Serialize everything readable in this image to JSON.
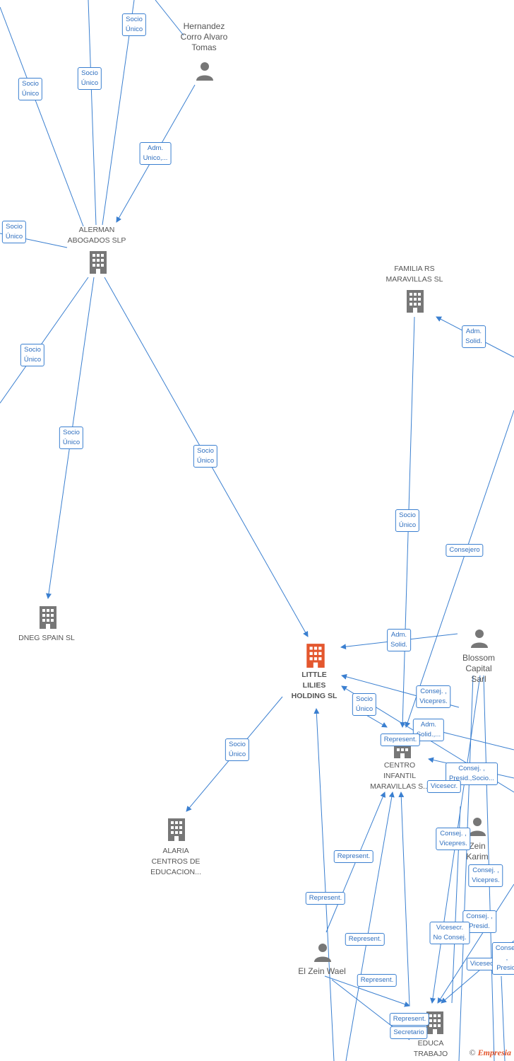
{
  "nodes": {
    "hernandez": "Hernandez\nCorro Alvaro\nTomas",
    "alerman": "ALERMAN\nABOGADOS SLP",
    "familia": "FAMILIA RS\nMARAVILLAS SL",
    "dneg": "DNEG SPAIN SL",
    "little": "LITTLE\nLILIES\nHOLDING SL",
    "blossom": "Blossom\nCapital Sarl",
    "centro": "CENTRO\nINFANTIL\nMARAVILLAS S...",
    "alaria": "ALARIA\nCENTROS DE\nEDUCACION...",
    "zein_karim": "Zein\nKarim",
    "el_zein": "El Zein Wael",
    "educa": "EDUCA\nTRABAJO"
  },
  "edges": {
    "e1": "Socio\nÚnico",
    "e2": "Socio\nÚnico",
    "e3": "Socio\nÚnico",
    "e4": "Adm.\nUnico,...",
    "e5": "Socio\nÚnico",
    "e6": "Socio\nÚnico",
    "e7": "Socio\nÚnico",
    "e8": "Socio\nÚnico",
    "e9": "Adm.\nSolid.",
    "e10": "Socio\nÚnico",
    "e11": "Consejero",
    "e12": "Adm.\nSolid.",
    "e13": "Socio\nÚnico",
    "e14": "Consej. ,\nVicepres.",
    "e15": "Adm.\nSolid.,...",
    "e16": "Represent.",
    "e17": "Consej. ,\nPresid.,Socio...",
    "e18": "Vicesecr.",
    "e19": "Socio\nÚnico",
    "e20": "Consej. ,\nVicepres.",
    "e21": "Represent.",
    "e22": "Consej. ,\nVicepres.",
    "e23": "Represent.",
    "e24": "Consej. ,\nPresid.",
    "e25": "Represent.",
    "e26": "Vicesecr.\nNo Consej.",
    "e27": "Vicesecr.",
    "e28": "Represent.",
    "e29": "Represent.",
    "e30": "Secretario",
    "e31": "Consej. ,\nPresid."
  },
  "footer": {
    "copyright": "©",
    "brand": "Empresia"
  },
  "colors": {
    "edge": "#3a7fd0",
    "focus_company": "#e4572e",
    "company": "#777777",
    "person": "#777777"
  }
}
